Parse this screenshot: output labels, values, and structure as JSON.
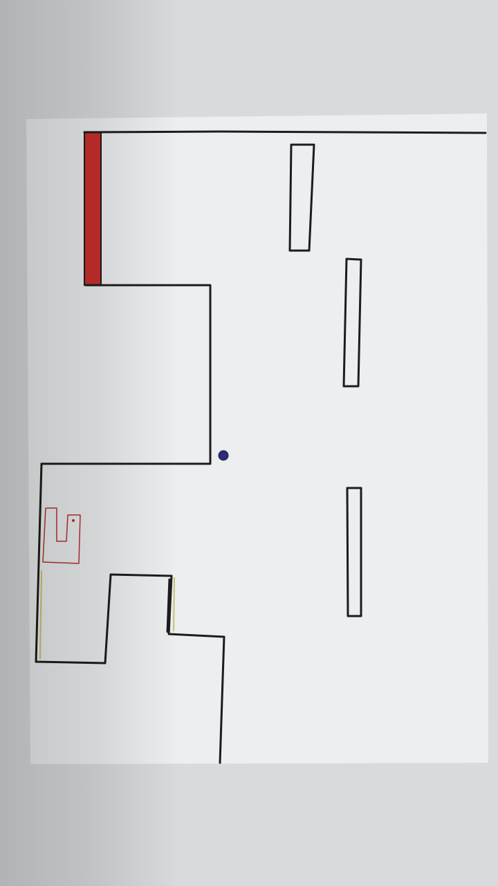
{
  "colors": {
    "table_background": "#d9dadc",
    "paper": "#eceeef",
    "ink": "#1c1c1c",
    "red_fill": "#c8302e",
    "red_ink": "#b5302c",
    "blue_dot": "#2c2c78",
    "yellow_line": "#c9c470"
  },
  "elements": [
    "paper-sheet",
    "level-outline",
    "red-wall",
    "floating-platform",
    "player-dot",
    "red-exit-marker",
    "yellow-marker-line"
  ]
}
